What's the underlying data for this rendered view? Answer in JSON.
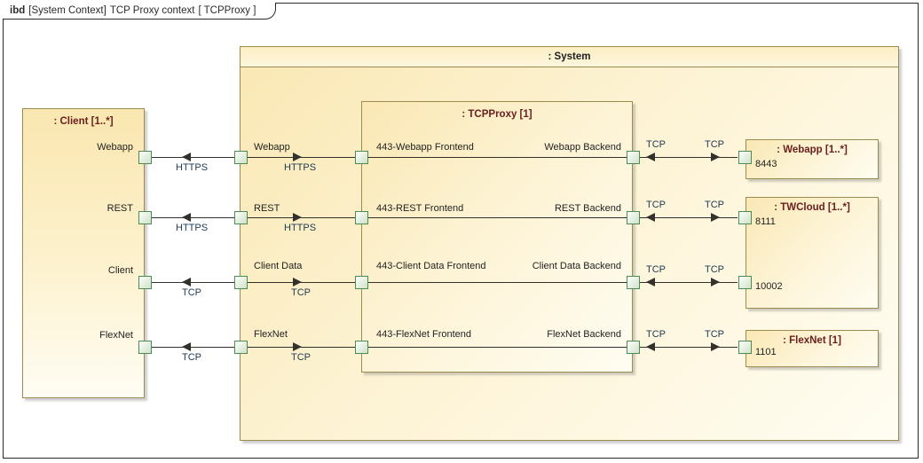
{
  "diagram": {
    "frame_tab": {
      "keyword": "ibd",
      "context": "[System Context]",
      "name": "TCP Proxy context",
      "bracket": "[ TCPProxy ]"
    },
    "colors": {
      "block_fill": "#fdf3d4",
      "block_border": "#9c8b4e",
      "title_text": "#6b2020",
      "port_border": "#4e8b52",
      "connector": "#33312c",
      "label_text": "#1d3a52",
      "frame_border": "#2b2b2b"
    }
  },
  "blocks": {
    "client": {
      "title": ": Client [1..*]",
      "ports": [
        {
          "label": "Webapp"
        },
        {
          "label": "REST"
        },
        {
          "label": "Client"
        },
        {
          "label": "FlexNet"
        }
      ]
    },
    "system": {
      "title": ": System"
    },
    "tcpproxy": {
      "title": ": TCPProxy [1]",
      "frontend_ports": [
        {
          "label": "443-Webapp Frontend"
        },
        {
          "label": "443-REST Frontend"
        },
        {
          "label": "443-Client Data Frontend"
        },
        {
          "label": "443-FlexNet Frontend"
        }
      ],
      "backend_ports": [
        {
          "label": "Webapp Backend"
        },
        {
          "label": "REST Backend"
        },
        {
          "label": "Client Data Backend"
        },
        {
          "label": "FlexNet Backend"
        }
      ]
    },
    "webapp": {
      "title": ": Webapp [1..*]",
      "ports": [
        {
          "label": "8443"
        }
      ]
    },
    "twcloud": {
      "title": ": TWCloud [1..*]",
      "ports": [
        {
          "label": "8111"
        },
        {
          "label": "10002"
        }
      ]
    },
    "flexnet": {
      "title": ": FlexNet [1]",
      "ports": [
        {
          "label": "1101"
        }
      ]
    }
  },
  "rows": [
    {
      "name": "webapp",
      "system_boundary_port_label": "Webapp",
      "client_to_boundary_label": "HTTPS",
      "boundary_to_proxy_label": "HTTPS",
      "proxy_out_label": "TCP",
      "boundary_out_label": "TCP"
    },
    {
      "name": "rest",
      "system_boundary_port_label": "REST",
      "client_to_boundary_label": "HTTPS",
      "boundary_to_proxy_label": "HTTPS",
      "proxy_out_label": "TCP",
      "boundary_out_label": "TCP"
    },
    {
      "name": "client-data",
      "system_boundary_port_label": "Client Data",
      "client_to_boundary_label": "TCP",
      "boundary_to_proxy_label": "TCP",
      "proxy_out_label": "TCP",
      "boundary_out_label": "TCP"
    },
    {
      "name": "flexnet",
      "system_boundary_port_label": "FlexNet",
      "client_to_boundary_label": "TCP",
      "boundary_to_proxy_label": "TCP",
      "proxy_out_label": "TCP",
      "boundary_out_label": "TCP"
    }
  ]
}
